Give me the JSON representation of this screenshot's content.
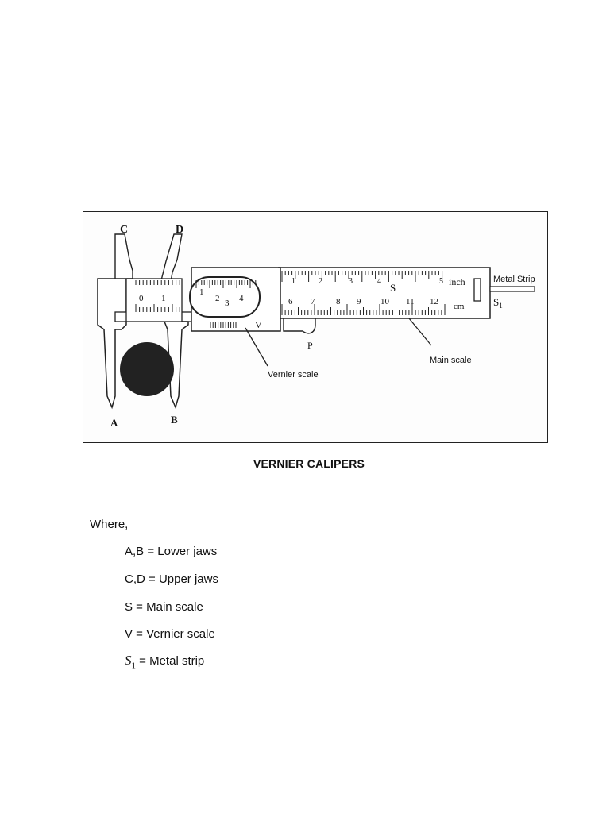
{
  "figure": {
    "labels": {
      "C": "C",
      "D": "D",
      "A": "A",
      "B": "B",
      "V": "V",
      "S": "S",
      "P": "P",
      "S1": "S",
      "inch": "inch",
      "cm": "cm",
      "metal_strip": "Metal Strip",
      "vernier_scale": "Vernier scale",
      "main_scale": "Main scale"
    },
    "inch_numbers": [
      "1",
      "2",
      "3",
      "4",
      "5"
    ],
    "cm_numbers": [
      "6",
      "7",
      "8",
      "9",
      "10",
      "11",
      "12"
    ],
    "jaw_numbers": [
      "0",
      "1"
    ],
    "vernier_numbers": [
      "1",
      "2",
      "3",
      "4"
    ]
  },
  "caption": "VERNIER CALIPERS",
  "legend": {
    "intro": "Where,",
    "items": [
      {
        "key": "A,B",
        "text": " = Lower jaws"
      },
      {
        "key": "C,D",
        "text": " = Upper jaws"
      },
      {
        "key": "S",
        "text": " = Main scale"
      },
      {
        "key": "V",
        "text": " = Vernier scale"
      },
      {
        "key": "S",
        "sub": "1",
        "text": " = Metal strip"
      }
    ]
  }
}
